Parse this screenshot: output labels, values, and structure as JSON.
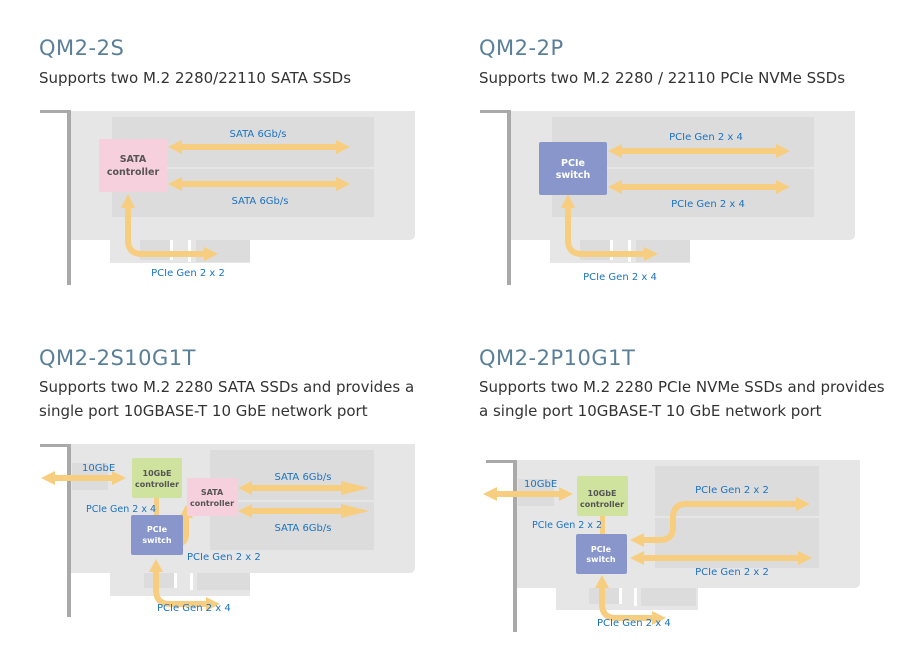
{
  "colors": {
    "title": "#5a7f98",
    "label": "#1b73c1",
    "arrow": "#f7cd7f",
    "board": "#e6e6e6",
    "slot": "#dcdcdc",
    "bracket": "#a9a9a9",
    "sata_chip": "#f7d0dd",
    "pcie_chip": "#8896cc",
    "nic_chip": "#cfe29e"
  },
  "panels": [
    {
      "title": "QM2-2S",
      "description": [
        "Supports two M.2 2280/22110 SATA SSDs"
      ],
      "controller": "SATA controller",
      "controller_lines": [
        "SATA",
        "controller"
      ],
      "link_top": "SATA 6Gb/s",
      "link_bottom": "SATA 6Gb/s",
      "host_link": "PCIe Gen 2 x 2"
    },
    {
      "title": "QM2-2P",
      "description": [
        "Supports two M.2 2280 / 22110 PCIe NVMe SSDs"
      ],
      "controller": "PCIe switch",
      "controller_lines": [
        "PCIe",
        "switch"
      ],
      "link_top": "PCIe Gen 2 x 4",
      "link_bottom": "PCIe Gen 2 x 4",
      "host_link": "PCIe Gen 2 x 4"
    },
    {
      "title": "QM2-2S10G1T",
      "description": [
        "Supports two M.2 2280 SATA SSDs and provides a",
        "single port 10GBASE-T 10 GbE network port"
      ],
      "nic": [
        "10GbE",
        "controller"
      ],
      "nic_port": "10GbE",
      "nic_link": "PCIe Gen 2 x 4",
      "switch": [
        "PCIe",
        "switch"
      ],
      "controller": [
        "SATA",
        "controller"
      ],
      "controller_link": "PCIe Gen 2 x 2",
      "link_top": "SATA 6Gb/s",
      "link_bottom": "SATA 6Gb/s",
      "host_link": "PCIe Gen 2 x 4"
    },
    {
      "title": "QM2-2P10G1T",
      "description": [
        "Supports two M.2 2280 PCIe NVMe SSDs and provides",
        "a single port 10GBASE-T 10 GbE network port"
      ],
      "nic": [
        "10GbE",
        "controller"
      ],
      "nic_port": "10GbE",
      "nic_link": "PCIe Gen 2 x 2",
      "switch": [
        "PCIe",
        "switch"
      ],
      "link_top": "PCIe Gen 2 x 2",
      "link_bottom": "PCIe Gen 2 x 2",
      "host_link": "PCIe Gen 2 x 4"
    }
  ]
}
